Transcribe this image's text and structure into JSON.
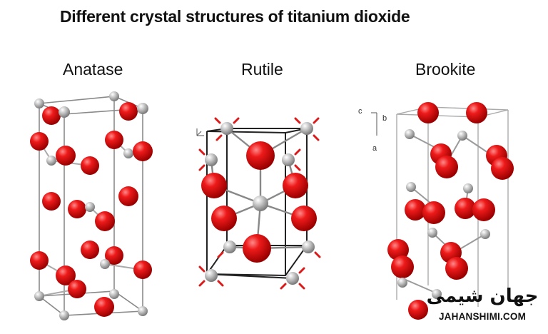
{
  "title": "Different crystal structures of titanium dioxide",
  "structures": [
    {
      "name": "Anatase"
    },
    {
      "name": "Rutile"
    },
    {
      "name": "Brookite"
    }
  ],
  "brookite_axes": {
    "c": "c",
    "b": "b",
    "a": "a"
  },
  "watermark": {
    "logo_text": "جهان شیمی",
    "site": "JAHANSHIMI.COM"
  },
  "colors": {
    "oxygen": "#e01010",
    "titanium": "#b8b8b8",
    "bond": "#999999",
    "cell": "#777777"
  }
}
